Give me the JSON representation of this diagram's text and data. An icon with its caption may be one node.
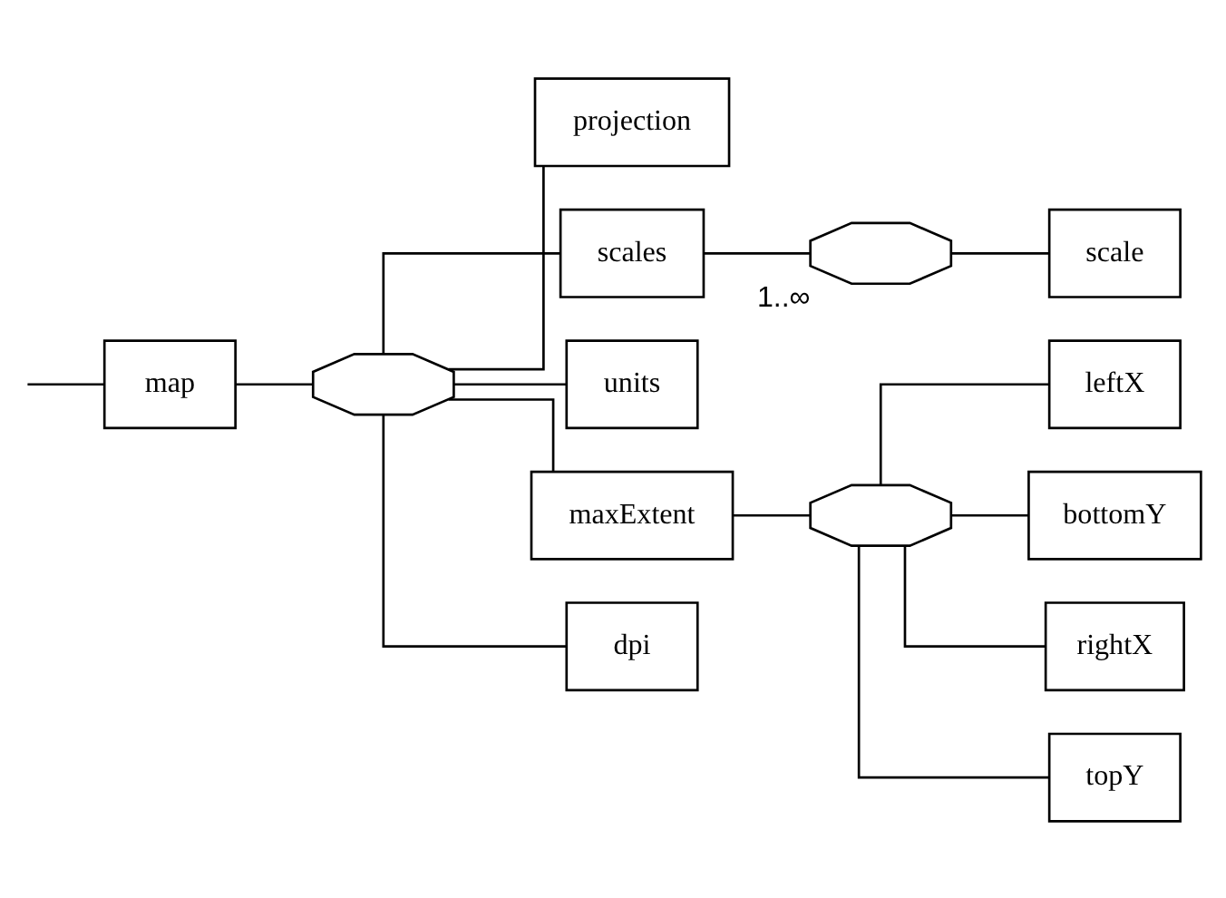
{
  "diagram": {
    "nodes": [
      {
        "text": [
          "map"
        ]
      },
      {
        "text": [],
        "shape": "octagon"
      },
      {
        "text": [
          "projection"
        ]
      },
      {
        "text": [
          "scales"
        ]
      },
      {
        "text": [],
        "shape": "octagon",
        "beside": [
          "1..∞"
        ]
      },
      {
        "text": [
          "scale"
        ]
      },
      {
        "text": [
          "units"
        ]
      },
      {
        "text": [
          "maxExtent"
        ]
      },
      {
        "text": [],
        "shape": "octagon"
      },
      {
        "text": [
          "leftX"
        ]
      },
      {
        "text": [
          "bottomY"
        ]
      },
      {
        "text": [
          "rightX"
        ]
      },
      {
        "text": [
          "topY"
        ]
      },
      {
        "text": [
          "dpi"
        ]
      }
    ],
    "edges": [
      {
        "from": null,
        "to": 0,
        "arrow": "none"
      },
      {
        "from": 0,
        "to": 1,
        "arrow": "none"
      },
      {
        "from": 1,
        "to": 2,
        "arrow": "none"
      },
      {
        "from": 1,
        "to": 3,
        "arrow": "none"
      },
      {
        "from": 1,
        "to": 6,
        "arrow": "none"
      },
      {
        "from": 1,
        "to": 7,
        "arrow": "none"
      },
      {
        "from": 1,
        "to": 13,
        "arrow": "none"
      },
      {
        "from": 3,
        "to": 4,
        "arrow": "none"
      },
      {
        "from": 4,
        "to": 5,
        "arrow": "none"
      },
      {
        "from": 7,
        "to": 8,
        "arrow": "none"
      },
      {
        "from": 8,
        "to": 9,
        "arrow": "none"
      },
      {
        "from": 8,
        "to": 10,
        "arrow": "none"
      },
      {
        "from": 8,
        "to": 11,
        "arrow": "none"
      },
      {
        "from": 8,
        "to": 12,
        "arrow": "none"
      }
    ]
  }
}
